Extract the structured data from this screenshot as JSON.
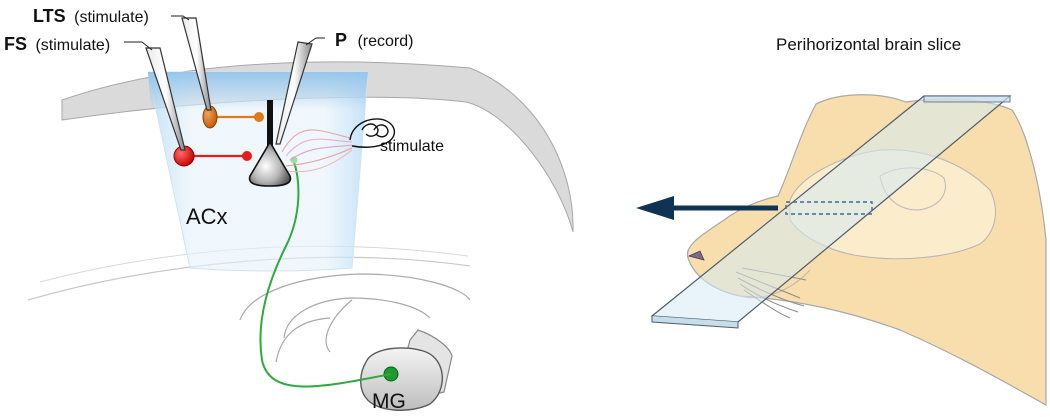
{
  "labels": {
    "lts_name": "LTS",
    "lts_role": "(stimulate)",
    "fs_name": "FS",
    "fs_role": "(stimulate)",
    "p_name": "P",
    "p_role": "(record)",
    "stimulate": "stimulate",
    "region": "ACx",
    "thalamus": "MG",
    "slice_title": "Perihorizontal brain slice"
  },
  "colors": {
    "fs_cell": "#e81c1c",
    "lts_cell": "#e07a18",
    "thalamic_axon": "#2eaa3e",
    "column_fill": "#cfe6f7",
    "cortex_band": "#d9d9d9",
    "head_fill": "#f8deac",
    "arrow": "#0f3354"
  }
}
